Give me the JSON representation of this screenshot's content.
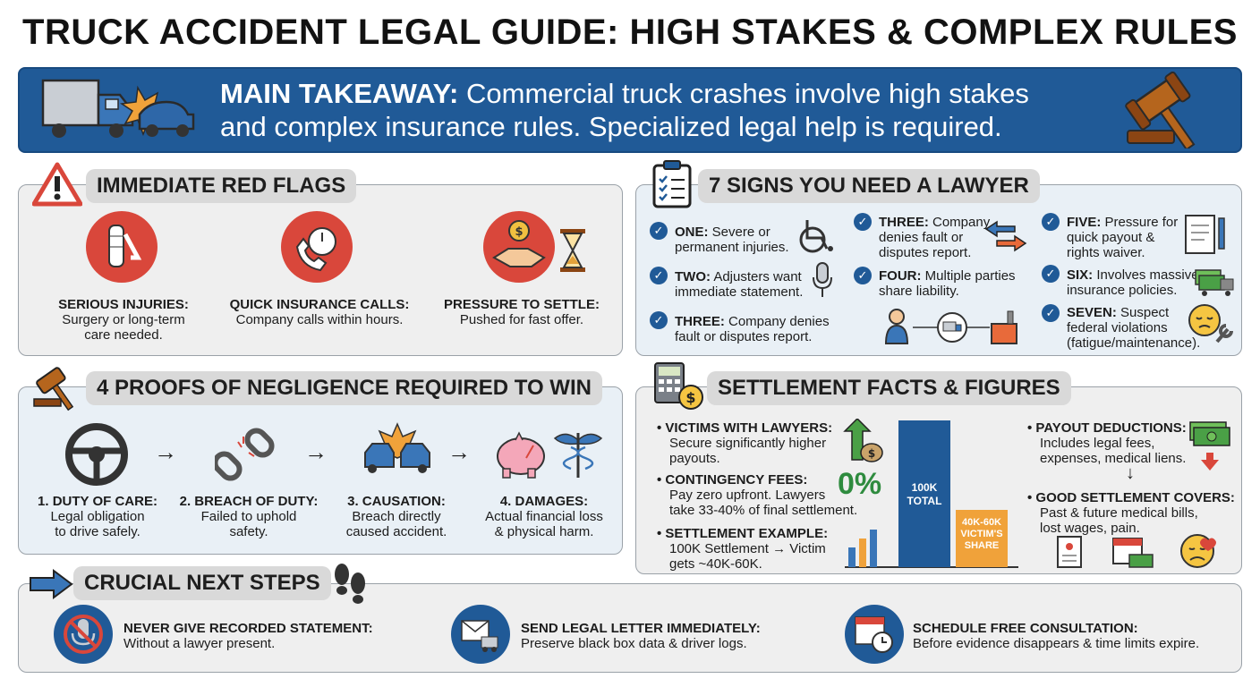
{
  "title": "TRUCK ACCIDENT LEGAL GUIDE: HIGH STAKES & COMPLEX RULES",
  "banner": {
    "lead": "MAIN TAKEAWAY:",
    "line1": " Commercial truck crashes involve high stakes",
    "line2": "and complex insurance rules. Specialized legal help is required."
  },
  "red_flags": {
    "heading": "IMMEDIATE RED FLAGS",
    "items": [
      {
        "label": "SERIOUS INJURIES:",
        "desc1": "Surgery or long-term",
        "desc2": "care needed.",
        "icon": "bandaged-arm-icon"
      },
      {
        "label": "QUICK INSURANCE CALLS:",
        "desc1": "Company calls within hours.",
        "desc2": "",
        "icon": "phone-stopwatch-icon"
      },
      {
        "label": "PRESSURE TO SETTLE:",
        "desc1": "Pushed for fast offer.",
        "desc2": "",
        "icon": "handshake-hourglass-icon"
      }
    ]
  },
  "signs": {
    "heading": "7 SIGNS YOU NEED A LAWYER",
    "col1": [
      {
        "lead": "ONE:",
        "text1": " Severe or",
        "text2": "permanent injuries."
      },
      {
        "lead": "TWO:",
        "text1": " Adjusters want",
        "text2": "immediate statement."
      },
      {
        "lead": "THREE:",
        "text1": " Company denies",
        "text2": "fault or disputes report."
      }
    ],
    "col2": [
      {
        "lead": "THREE:",
        "text1": " Company",
        "text2": "denies fault or",
        "text3": "disputes report."
      },
      {
        "lead": "FOUR:",
        "text1": " Multiple parties",
        "text2": "share liability."
      }
    ],
    "col3": [
      {
        "lead": "FIVE:",
        "text1": " Pressure for",
        "text2": "quick payout &",
        "text3": "rights waiver."
      },
      {
        "lead": "SIX:",
        "text1": " Involves massive",
        "text2": "insurance policies."
      },
      {
        "lead": "SEVEN:",
        "text1": " Suspect",
        "text2": "federal violations",
        "text3": "(fatigue/maintenance)."
      }
    ]
  },
  "proofs": {
    "heading": "4 PROOFS OF NEGLIGENCE REQUIRED TO WIN",
    "items": [
      {
        "label": "1. DUTY OF CARE:",
        "desc1": "Legal obligation",
        "desc2": "to drive safely.",
        "icon": "steering-wheel-icon"
      },
      {
        "label": "2. BREACH OF DUTY:",
        "desc1": "Failed to uphold",
        "desc2": "safety.",
        "icon": "broken-chain-icon"
      },
      {
        "label": "3. CAUSATION:",
        "desc1": "Breach directly",
        "desc2": "caused accident.",
        "icon": "car-crash-icon"
      },
      {
        "label": "4. DAMAGES:",
        "desc1": "Actual financial loss",
        "desc2": "& physical harm.",
        "icon": "piggy-bank-caduceus-icon"
      }
    ]
  },
  "settlement": {
    "heading": "SETTLEMENT FACTS & FIGURES",
    "left": [
      {
        "lead": "VICTIMS WITH LAWYERS:",
        "text1": "Secure significantly higher",
        "text2": "payouts."
      },
      {
        "lead": "CONTINGENCY FEES:",
        "text1": "Pay zero upfront. Lawyers",
        "text2": "take 33-40% of final settlement."
      },
      {
        "lead": "SETTLEMENT EXAMPLE:",
        "text1": "100K Settlement → Victim",
        "text2": "gets ~40K-60K."
      }
    ],
    "zero_percent": "0%",
    "bar_total_1": "100K",
    "bar_total_2": "TOTAL",
    "bar_share_1": "40K-60K",
    "bar_share_2": "VICTIM'S",
    "bar_share_3": "SHARE",
    "right": [
      {
        "lead": "PAYOUT DEDUCTIONS:",
        "text1": "Includes legal fees,",
        "text2": "expenses, medical liens."
      },
      {
        "lead": "GOOD SETTLEMENT COVERS:",
        "text1": "Past & future medical bills,",
        "text2": "lost wages, pain."
      }
    ]
  },
  "next_steps": {
    "heading": "CRUCIAL NEXT STEPS",
    "items": [
      {
        "label": "NEVER GIVE RECORDED STATEMENT:",
        "desc": "Without a lawyer present.",
        "icon": "no-microphone-icon"
      },
      {
        "label": "SEND LEGAL LETTER IMMEDIATELY:",
        "desc": "Preserve black box data & driver logs.",
        "icon": "letter-truck-icon"
      },
      {
        "label": "SCHEDULE FREE CONSULTATION:",
        "desc": "Before evidence disappears & time limits expire.",
        "icon": "calendar-clock-icon"
      }
    ]
  },
  "colors": {
    "navy": "#205a97",
    "red": "#d9473b",
    "orange": "#f0a23a",
    "green": "#2e8b3e"
  }
}
